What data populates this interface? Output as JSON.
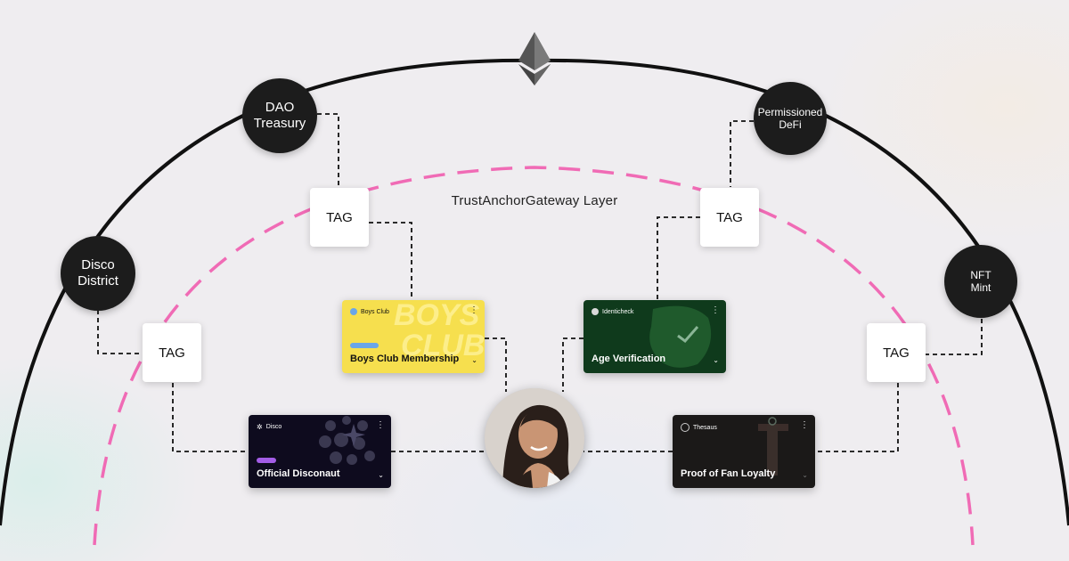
{
  "diagram": {
    "layer_label": "TrustAnchorGateway Layer",
    "network_icon": "ethereum-icon",
    "nodes": [
      {
        "id": "dao",
        "label": "DAO\nTreasury"
      },
      {
        "id": "defi",
        "label": "Permissioned\nDeFi"
      },
      {
        "id": "disco",
        "label": "Disco\nDistrict"
      },
      {
        "id": "nft",
        "label": "NFT\nMint"
      }
    ],
    "tags": [
      {
        "id": "tag-1",
        "label": "TAG"
      },
      {
        "id": "tag-2",
        "label": "TAG"
      },
      {
        "id": "tag-3",
        "label": "TAG"
      },
      {
        "id": "tag-4",
        "label": "TAG"
      }
    ],
    "cards": [
      {
        "id": "boys-club",
        "brand": "Boys Club",
        "title": "Boys Club Membership",
        "watermark": "BOYS CLUB",
        "bg": "#f6df4e",
        "text_color": "#111111"
      },
      {
        "id": "identicheck",
        "brand": "Identicheck",
        "title": "Age Verification",
        "bg": "#0f3a1c",
        "text_color": "#ffffff"
      },
      {
        "id": "disco",
        "brand": "Disco",
        "title": "Official Disconaut",
        "bg": "#0e0b1e",
        "text_color": "#ffffff"
      },
      {
        "id": "thesaus",
        "brand": "Thesaus",
        "title": "Proof of Fan Loyalty",
        "bg": "#1b1918",
        "text_color": "#ffffff"
      }
    ],
    "colors": {
      "arc": "#111111",
      "dashed_arc": "#f06bb5",
      "connector": "#111111"
    }
  }
}
